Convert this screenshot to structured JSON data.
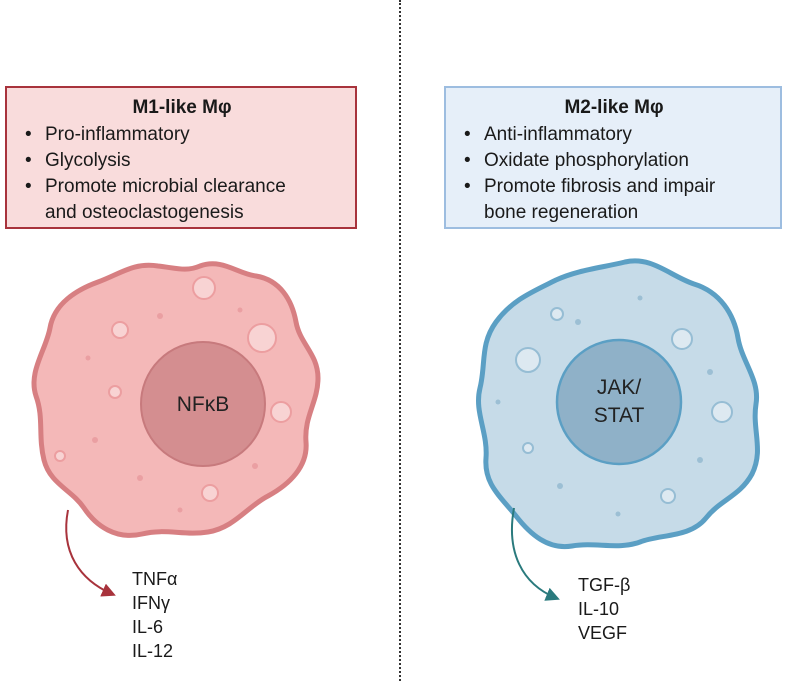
{
  "m1": {
    "title": "M1-like Mφ",
    "bullets": [
      "Pro-inflammatory",
      "Glycolysis",
      "Promote microbial clearance",
      "and osteoclastogenesis"
    ],
    "nucleus": "NFκB",
    "cytokines": [
      "TNFα",
      "IFNγ",
      "IL-6",
      "IL-12"
    ],
    "colors": {
      "box_fill": "#f9dcdc",
      "box_border": "#a8333c",
      "cell_fill": "#f4b8b8",
      "cell_border": "#d77f82",
      "nucleus_fill": "#d48e90",
      "arrow": "#a8333c"
    }
  },
  "m2": {
    "title": "M2-like Mφ",
    "bullets": [
      "Anti-inflammatory",
      "Oxidate phosphorylation",
      "Promote fibrosis and impair",
      "bone regeneration"
    ],
    "nucleus_line1": "JAK/",
    "nucleus_line2": "STAT",
    "cytokines": [
      "TGF-β",
      "IL-10",
      "VEGF"
    ],
    "colors": {
      "box_fill": "#e6eff9",
      "box_border": "#9dbde0",
      "cell_fill": "#c6dbe8",
      "cell_border": "#5b9fc4",
      "nucleus_fill": "#8fb1c8",
      "arrow": "#2a7a7d"
    }
  }
}
